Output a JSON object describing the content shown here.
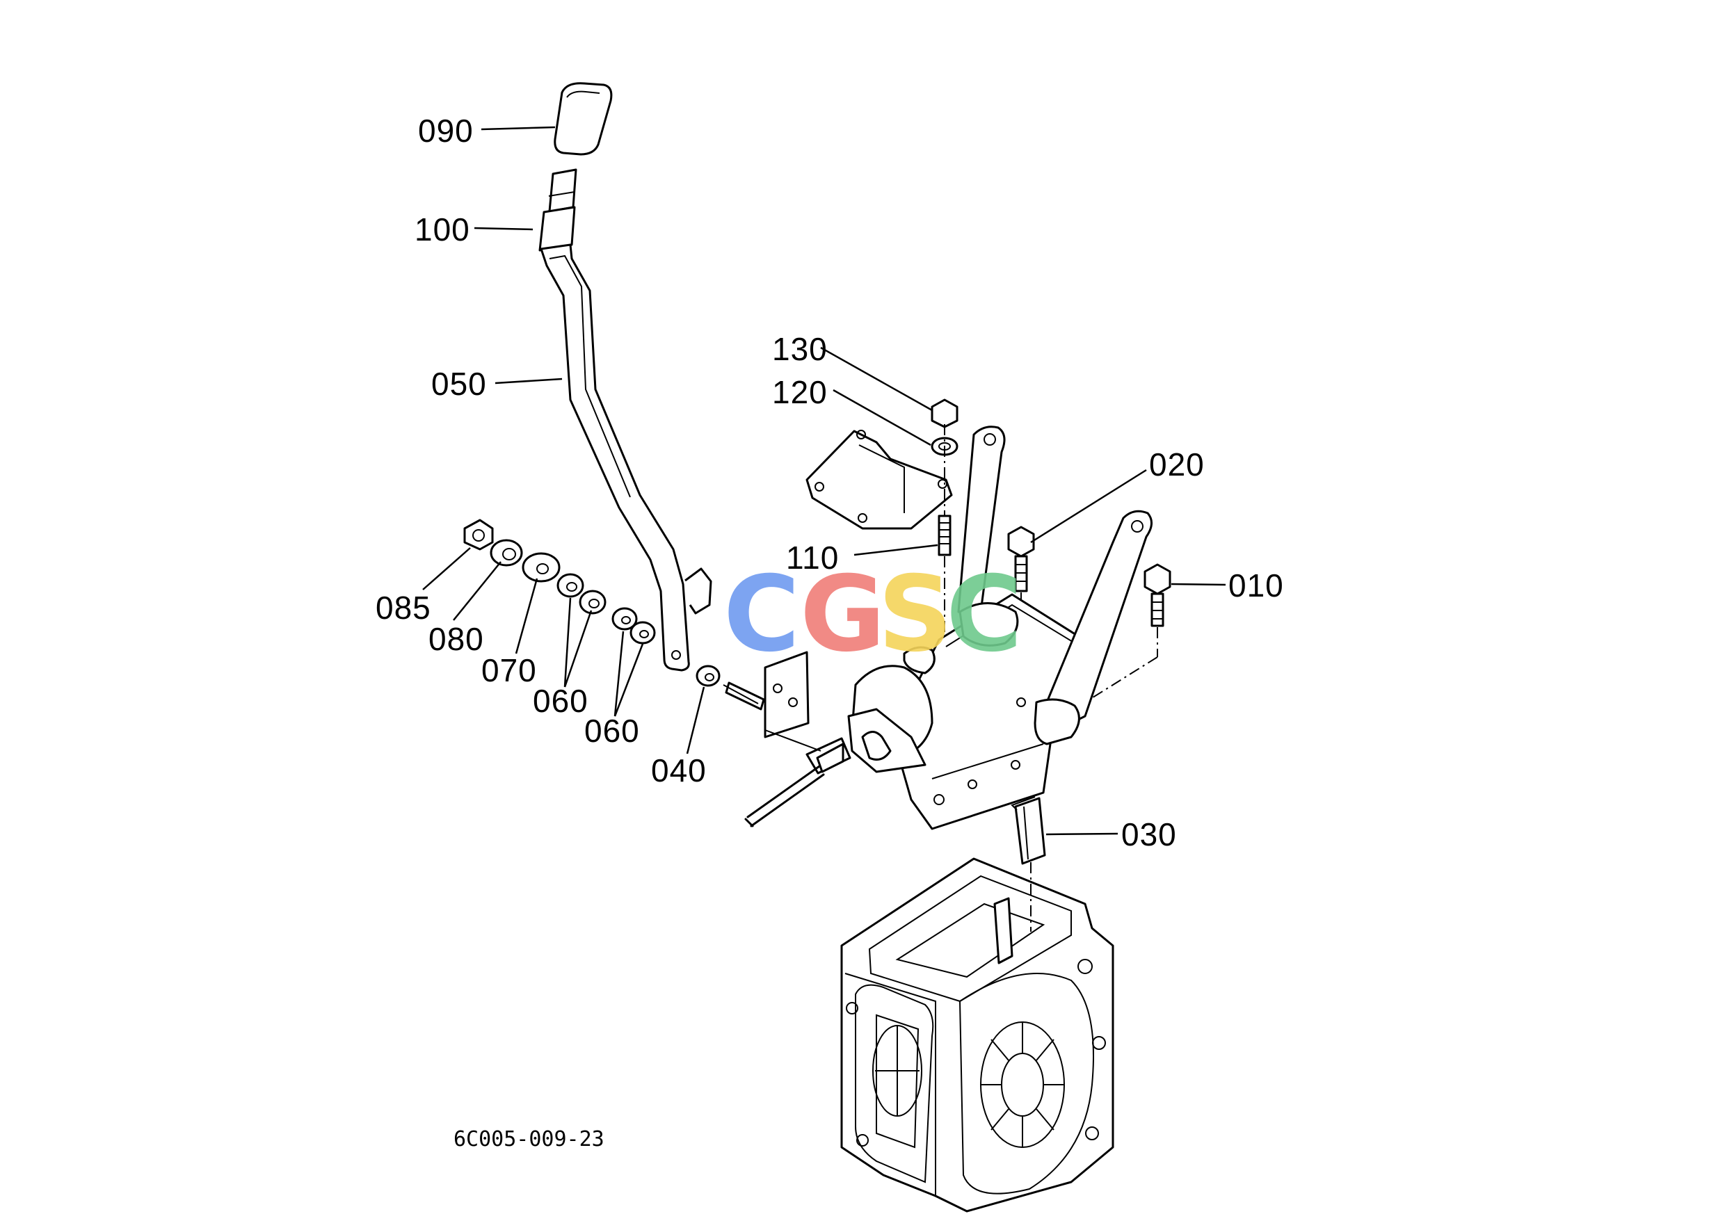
{
  "diagram": {
    "drawing_id": "6C005-009-23",
    "watermark": {
      "letters": [
        "C",
        "G",
        "S",
        "C"
      ],
      "colors": [
        "#6f9bf0",
        "#f07e78",
        "#f5d45a",
        "#6ec98c"
      ]
    },
    "callouts": [
      {
        "id": "090",
        "label": "090"
      },
      {
        "id": "100",
        "label": "100"
      },
      {
        "id": "050",
        "label": "050"
      },
      {
        "id": "130",
        "label": "130"
      },
      {
        "id": "120",
        "label": "120"
      },
      {
        "id": "020",
        "label": "020"
      },
      {
        "id": "110",
        "label": "110"
      },
      {
        "id": "010",
        "label": "010"
      },
      {
        "id": "085",
        "label": "085"
      },
      {
        "id": "080",
        "label": "080"
      },
      {
        "id": "070",
        "label": "070"
      },
      {
        "id": "060a",
        "label": "060"
      },
      {
        "id": "060b",
        "label": "060"
      },
      {
        "id": "040",
        "label": "040"
      },
      {
        "id": "030",
        "label": "030"
      }
    ]
  }
}
